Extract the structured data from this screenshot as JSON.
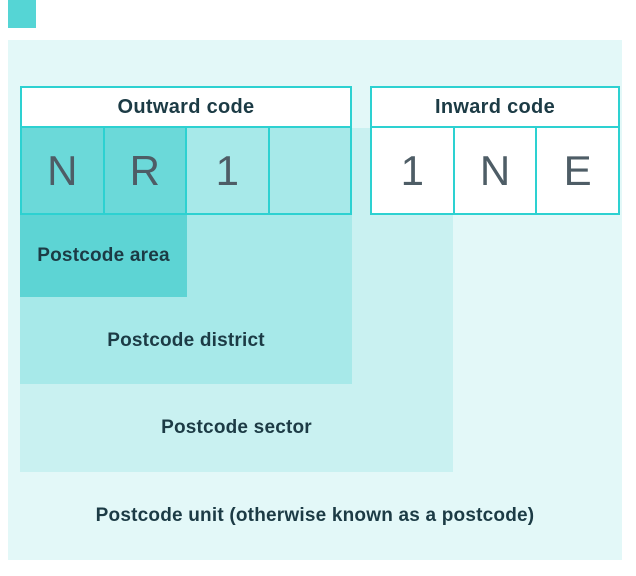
{
  "diagram": {
    "headers": {
      "outward": "Outward code",
      "inward": "Inward code"
    },
    "cells": {
      "outward": [
        "N",
        "R",
        "1",
        ""
      ],
      "inward": [
        "1",
        "N",
        "E"
      ]
    },
    "labels": {
      "area": "Postcode area",
      "district": "Postcode district",
      "sector": "Postcode sector",
      "unit": "Postcode unit (otherwise known as a postcode)"
    },
    "colors": {
      "border_teal": "#2DD1D1",
      "layer_area": "#5DD4D4",
      "layer_district": "#A7E9E9",
      "layer_sector": "#C9F1F1",
      "layer_unit": "#E3F8F8",
      "cell_dark": "#6BD9D9",
      "cell_medium": "#A7E9E9",
      "cell_plain": "#FFFFFF",
      "text_dark": "#1C3B45",
      "cell_text": "#4E5D66",
      "accent_square": "#55D5D5"
    }
  }
}
